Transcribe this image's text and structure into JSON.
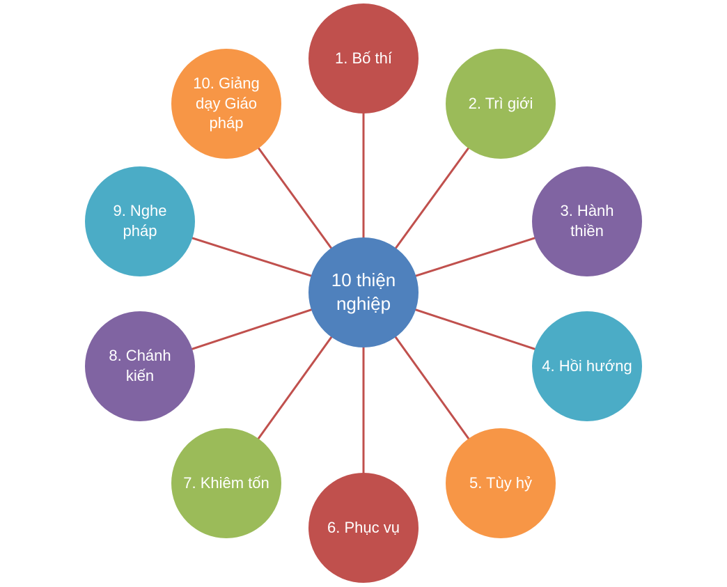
{
  "center": {
    "label": "10 thiện nghiệp",
    "color": "#4f81bd"
  },
  "connector_color": "#c0504d",
  "nodes": [
    {
      "label": "1. Bố thí",
      "color": "#c0504d"
    },
    {
      "label": "2. Trì giới",
      "color": "#9bbb59"
    },
    {
      "label": "3. Hành thiền",
      "color": "#8064a2"
    },
    {
      "label": "4. Hồi hướng",
      "color": "#4bacc6"
    },
    {
      "label": "5. Tùy hỷ",
      "color": "#f79646"
    },
    {
      "label": "6. Phục vụ",
      "color": "#c0504d"
    },
    {
      "label": "7. Khiêm tốn",
      "color": "#9bbb59"
    },
    {
      "label": "8. Chánh kiến",
      "color": "#8064a2"
    },
    {
      "label": "9. Nghe pháp",
      "color": "#4bacc6"
    },
    {
      "label": "10. Giảng dạy Giáo pháp",
      "color": "#f79646"
    }
  ]
}
